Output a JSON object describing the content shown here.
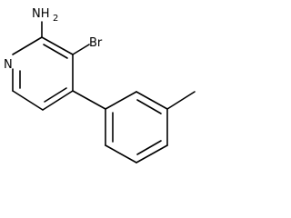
{
  "labels": {
    "amine": "NH",
    "amine_subscript": "2",
    "bromine": "Br",
    "ring_nitrogen": "N"
  }
}
